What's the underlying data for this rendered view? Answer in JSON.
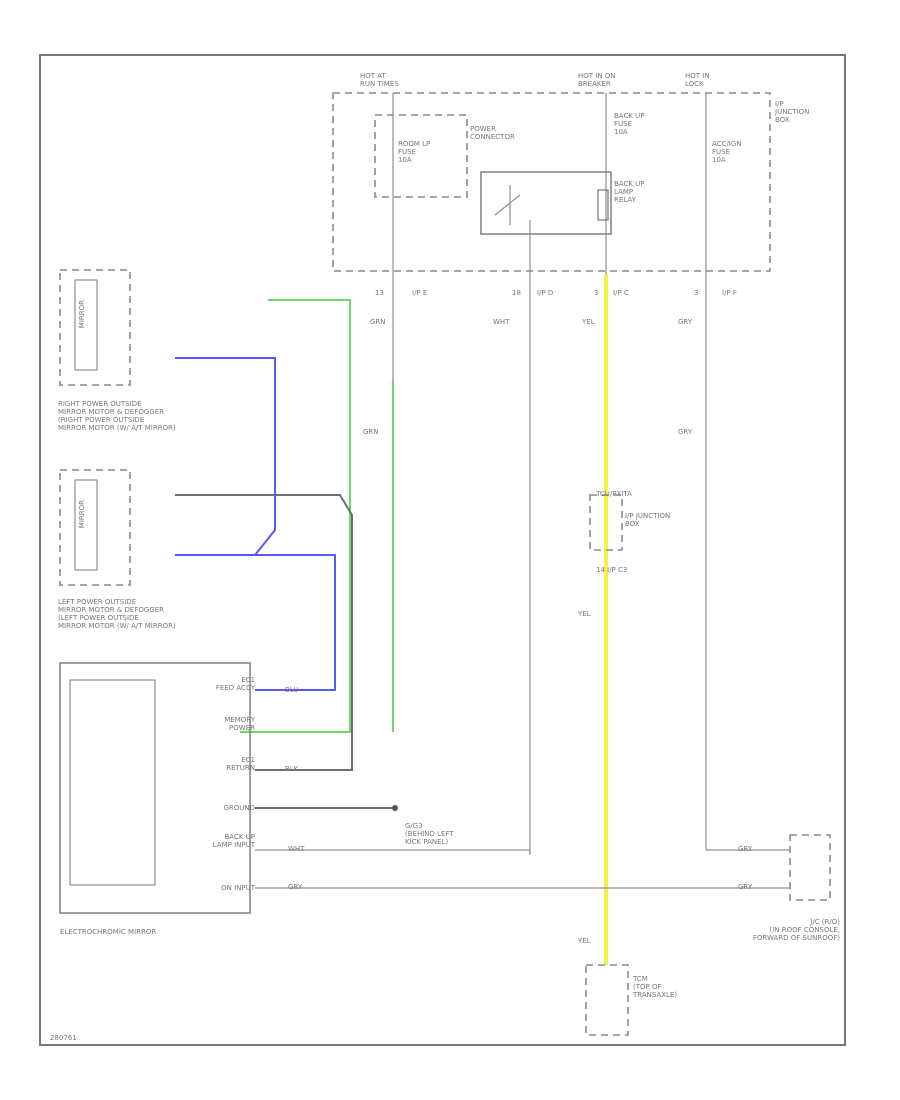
{
  "diagram": {
    "footer_code": "280761",
    "blocks": {
      "hot_at_run": "HOT AT\nRUN TIMES",
      "hot_in_on": "HOT IN ON\nBREAKER",
      "hot_in": "HOT IN\nLOCK",
      "jb": "I/P\nJUNCTION\nBOX",
      "room_fuse": "ROOM LP\nFUSE\n10A",
      "power_conn": "POWER\nCONNECTOR",
      "backup_fuse": "BACK UP\nFUSE\n10A",
      "acc_fuse": "ACC/IGN\nFUSE\n10A",
      "relay": "BACK UP\nLAMP\nRELAY",
      "r_mirror": "RIGHT POWER OUTSIDE\nMIRROR MOTOR & DEFOGGER\n(RIGHT POWER OUTSIDE\nMIRROR MOTOR (W/ A/T MIRROR)",
      "l_mirror": "LEFT POWER OUTSIDE\nMIRROR MOTOR & DEFOGGER\n(LEFT POWER OUTSIDE\nMIRROR MOTOR (W/ A/T MIRROR)",
      "ec_mirror": "ELECTROCHROMIC MIRROR",
      "ground": "G/G3\n(BEHIND LEFT\nKICK PANEL)",
      "roof": "J/C (R/O)\n(IN ROOF CONSOLE,\nFORWARD OF SUNROOF)",
      "tcm": "TCM\n(TOP OF\nTRANSAXLE)",
      "jb_mid": "I/P JUNCTION\nBOX",
      "jb_mid_label": "TCU/PXITA",
      "jb_mid_pin": "14  I/P C3",
      "mirror_tag": "MIRROR"
    },
    "pins": {
      "p1": "13",
      "p1b": "I/P E",
      "p2": "18",
      "p2b": "I/P D",
      "p3": "3",
      "p3b": "I/P C",
      "p4": "3",
      "p4b": "I/P F"
    },
    "wires": {
      "grn1": "GRN",
      "grn2": "GRN",
      "wht": "WHT",
      "yel1": "YEL",
      "yel2": "YEL",
      "yel3": "YEL",
      "gry1": "GRY",
      "gry2": "GRY",
      "wire_gry": "GRY",
      "wire_wht": "WHT",
      "blk": "BLK",
      "blu": "BLU",
      "gry3": "GRY",
      "gry4": "GRY"
    },
    "connectors": {
      "ec1": "EC1\nFEED ACCY",
      "ec2": "MEMORY\nPOWER",
      "ec3": "EC1\nRETURN",
      "ec4": "GROUND",
      "ec5": "BACK UP\nLAMP INPUT",
      "ec6": "ON INPUT"
    },
    "colors": {
      "grn": "#6fd66f",
      "blu": "#5a5af0",
      "yel": "#f2f24a",
      "gry": "#8c8c8c"
    }
  }
}
